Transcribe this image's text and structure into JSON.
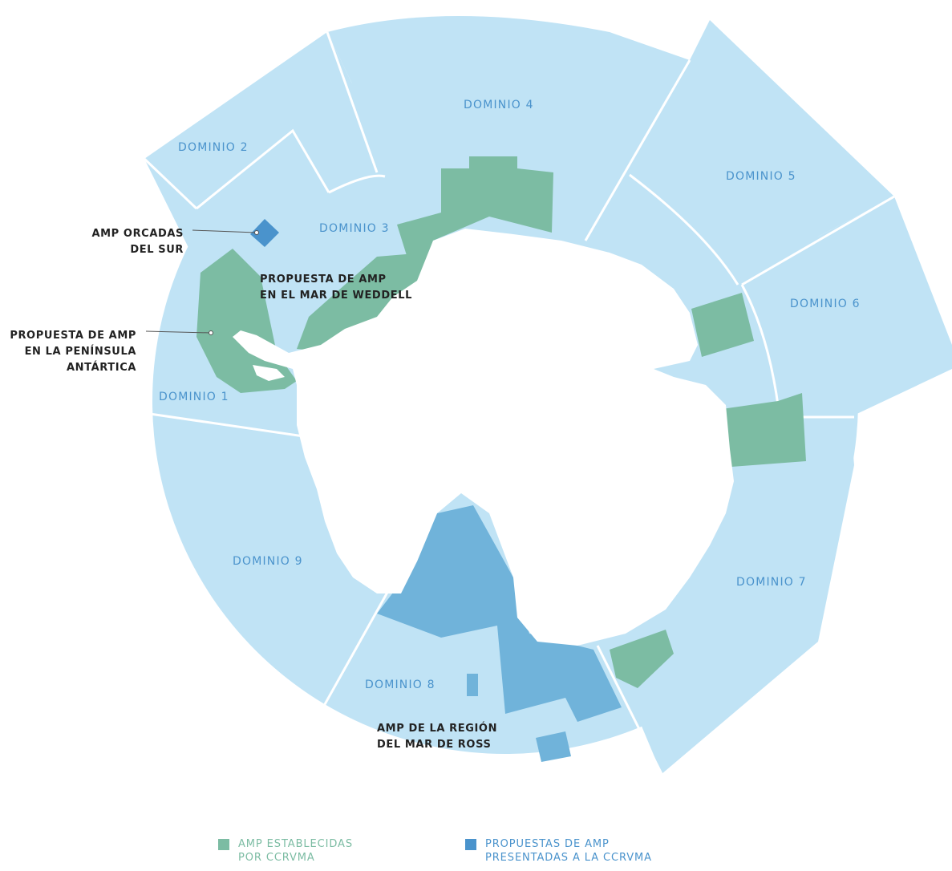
{
  "domains": [
    {
      "id": "d1",
      "label": "DOMINIO 1"
    },
    {
      "id": "d2",
      "label": "DOMINIO 2"
    },
    {
      "id": "d3",
      "label": "DOMINIO 3"
    },
    {
      "id": "d4",
      "label": "DOMINIO 4"
    },
    {
      "id": "d5",
      "label": "DOMINIO 5"
    },
    {
      "id": "d6",
      "label": "DOMINIO 6"
    },
    {
      "id": "d7",
      "label": "DOMINIO 7"
    },
    {
      "id": "d8",
      "label": "DOMINIO 8"
    },
    {
      "id": "d9",
      "label": "DOMINIO 9"
    }
  ],
  "annotations": {
    "orcadas": [
      "AMP ORCADAS",
      "DEL SUR"
    ],
    "peninsula": [
      "PROPUESTA DE AMP",
      "EN LA PENÍNSULA",
      "ANTÁRTICA"
    ],
    "weddell": [
      "PROPUESTA DE AMP",
      "EN EL MAR DE WEDDELL"
    ],
    "ross": [
      "AMP DE LA REGIÓN",
      "DEL MAR DE ROSS"
    ]
  },
  "legend": [
    {
      "lines": [
        "AMP ESTABLECIDAS",
        "POR CCRVMA"
      ],
      "color": "#7cbca3"
    },
    {
      "lines": [
        "PROPUESTAS DE AMP",
        "PRESENTADAS A LA CCRVMA"
      ],
      "color": "#4a93cc"
    }
  ],
  "colors": {
    "domain_fill": "#c0e3f5",
    "domain_border": "#ffffff",
    "established_mpa": "#7cbca3",
    "proposed_mpa": "#70b3da",
    "land": "#ffffff",
    "domain_text": "#4a93cc",
    "annotation_text": "#222222"
  }
}
